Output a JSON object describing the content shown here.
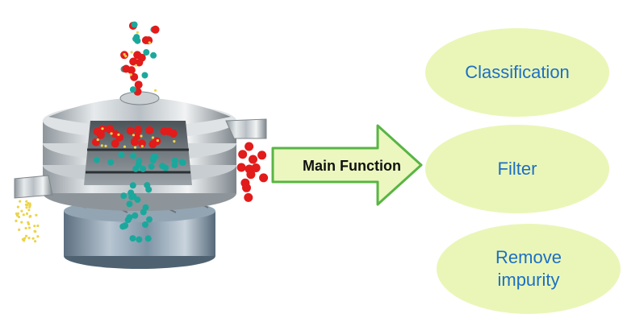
{
  "colors": {
    "oval_fill": "#eaf6b8",
    "oval_text": "#1c6fc4",
    "arrow_fill": "#ebf7bf",
    "arrow_stroke": "#59b544",
    "red_particle": "#e21b1b",
    "teal_particle": "#1ba89c",
    "yellow_particle": "#ecd44a"
  },
  "arrow": {
    "label": "Main Function"
  },
  "functions": [
    {
      "label": "Classification"
    },
    {
      "label": "Filter"
    },
    {
      "label": "Remove impurity"
    }
  ]
}
